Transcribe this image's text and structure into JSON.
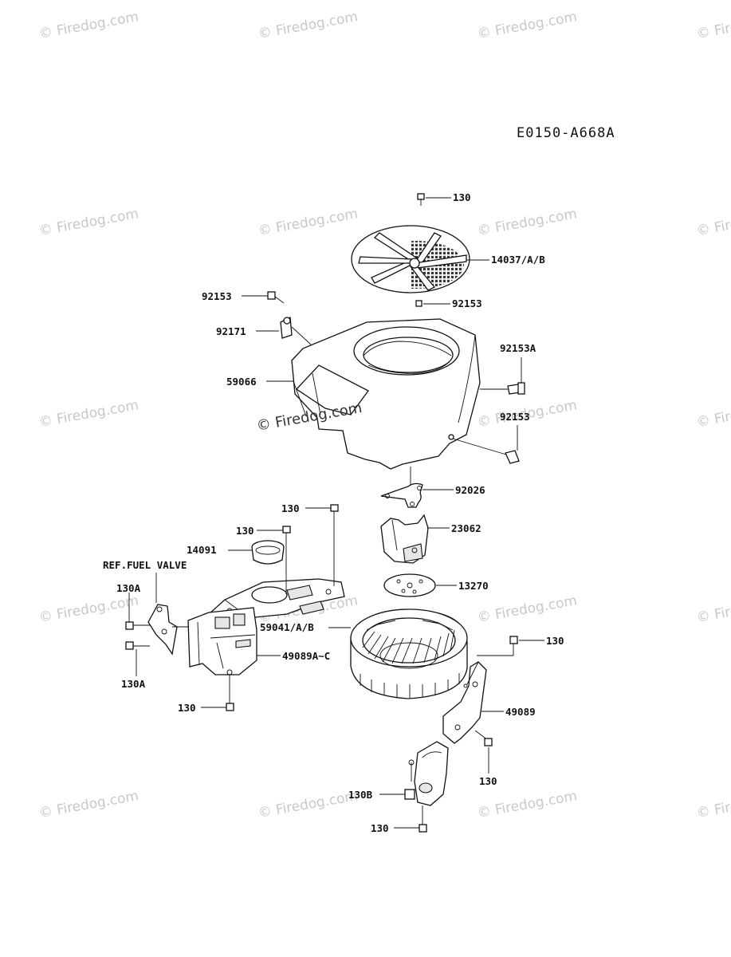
{
  "diagram": {
    "code": "E0150-A668A",
    "watermark": "© Firedog.com",
    "center_watermark": "© Firedog.com",
    "labels": {
      "p130_top": "130",
      "p14037": "14037/A/B",
      "p92153_left": "92153",
      "p92153_mid": "92153",
      "p92171": "92171",
      "p92153A": "92153A",
      "p59066": "59066",
      "p92153_right": "92153",
      "p92026": "92026",
      "p130_a": "130",
      "p23062": "23062",
      "p130_b": "130",
      "p14091": "14091",
      "ref_fuel_valve": "REF.FUEL VALVE",
      "p13270": "13270",
      "p130A_top": "130A",
      "p59041": "59041/A/B",
      "p130_right": "130",
      "p49089AC": "49089A~C",
      "p130A_bottom": "130A",
      "p130_c": "130",
      "p49089": "49089",
      "p130_d": "130",
      "p130B": "130B",
      "p130_e": "130"
    }
  }
}
